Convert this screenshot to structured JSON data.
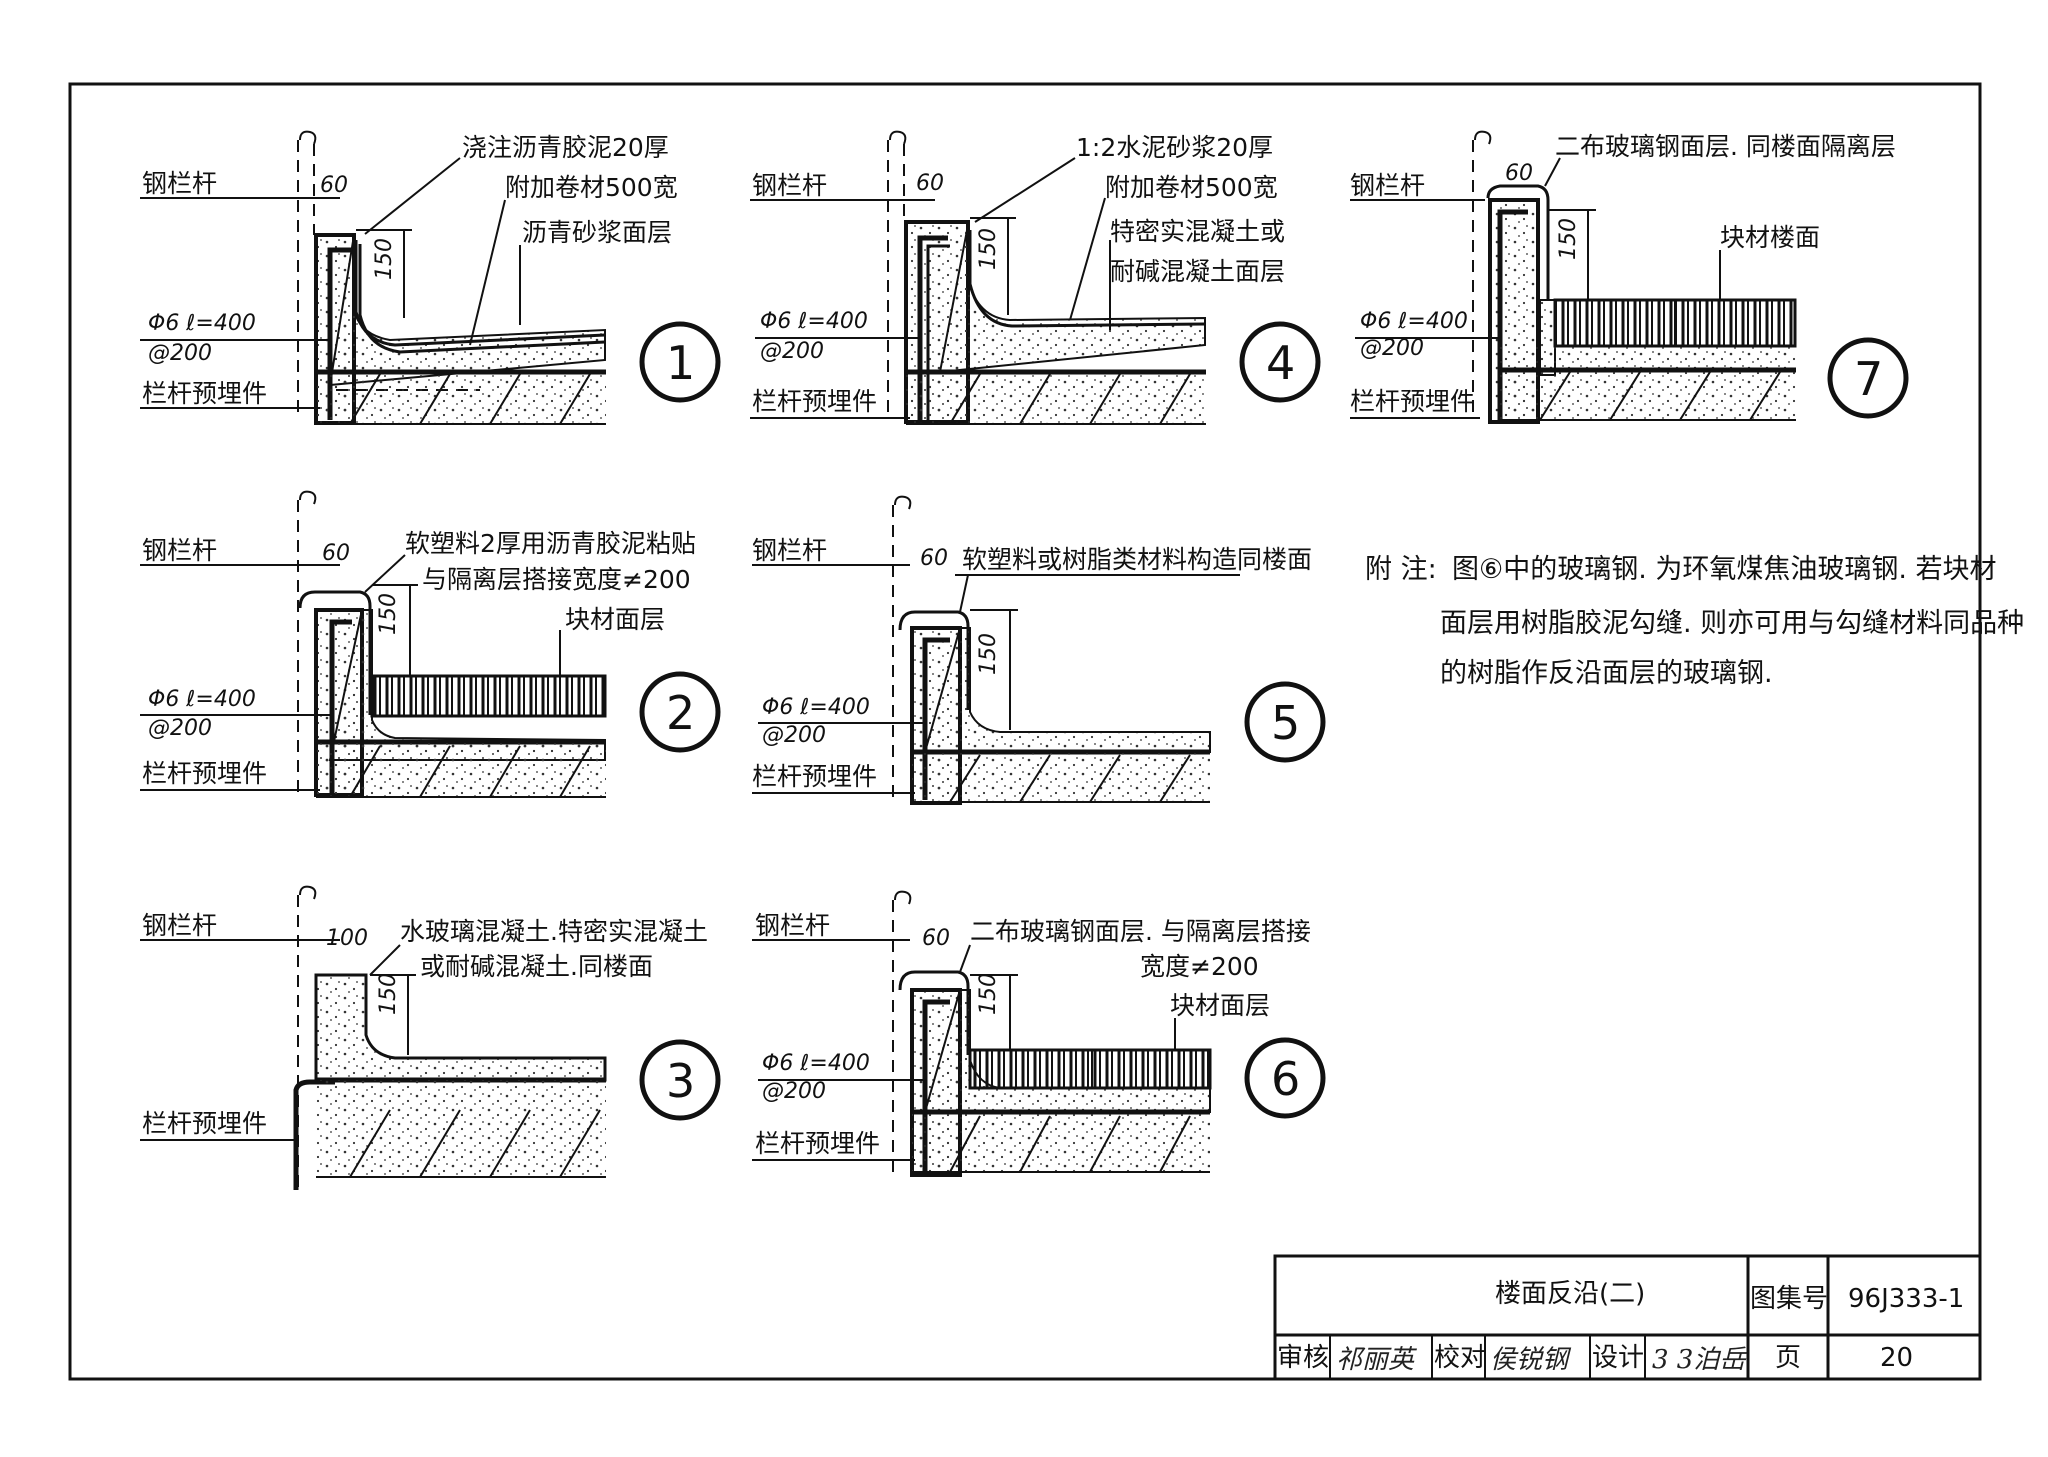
{
  "labels": {
    "steel_rail": "钢栏杆",
    "embed": "栏杆预埋件",
    "rebar_1": "Φ6 ℓ=400",
    "rebar_2": "@200",
    "dim_150": "150",
    "dim_60": "60",
    "dim_100": "100"
  },
  "details": [
    {
      "id": "1",
      "label_a": "浇注沥青胶泥20厚",
      "label_b": "附加卷材500宽",
      "label_c": "沥青砂浆面层"
    },
    {
      "id": "2",
      "label_a": "软塑料2厚用沥青胶泥粘贴",
      "label_b": "与隔离层搭接宽度≠200",
      "label_c": "块材面层"
    },
    {
      "id": "3",
      "label_a": "水玻璃混凝土.特密实混凝土",
      "label_b": "或耐碱混凝土.同楼面"
    },
    {
      "id": "4",
      "label_a": "1:2水泥砂浆20厚",
      "label_b": "附加卷材500宽",
      "label_c": "特密实混凝土或",
      "label_d": "耐碱混凝土面层"
    },
    {
      "id": "5",
      "label_a": "软塑料或树脂类材料构造同楼面"
    },
    {
      "id": "6",
      "label_a": "二布玻璃钢面层. 与隔离层搭接",
      "label_b": "宽度≠200",
      "label_c": "块材面层"
    },
    {
      "id": "7",
      "label_a": "二布玻璃钢面层. 同楼面隔离层",
      "label_b": "块材楼面"
    }
  ],
  "note": {
    "prefix": "附  注:",
    "line1": "图⑥中的玻璃钢. 为环氧煤焦油玻璃钢. 若块材",
    "line2": "面层用树脂胶泥勾缝. 则亦可用与勾缝材料同品种",
    "line3": "的树脂作反沿面层的玻璃钢."
  },
  "title_block": {
    "title": "楼面反沿(二)",
    "atlas_label": "图集号",
    "atlas_no": "96J333-1",
    "review_label": "审核",
    "review_sig": "祁丽英",
    "check_label": "校对",
    "check_sig": "侯锐钢",
    "design_label": "设计",
    "design_sig": "3 3泊岳",
    "page_label": "页",
    "page_no": "20"
  }
}
